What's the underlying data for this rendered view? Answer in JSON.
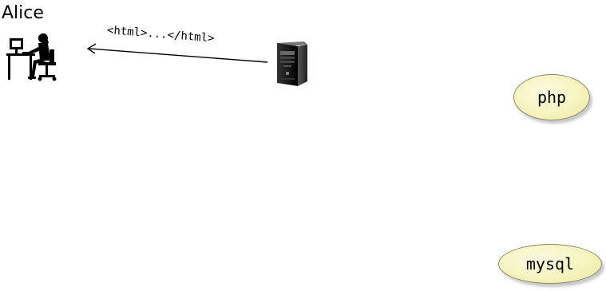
{
  "actor": {
    "name": "Alice",
    "icon": "person-at-desk-icon"
  },
  "server": {
    "icon": "server-tower-icon"
  },
  "message": {
    "label": "<html>...</html>",
    "direction": "server-to-actor"
  },
  "nodes": {
    "php": "php",
    "mysql": "mysql"
  },
  "colors": {
    "node_fill": "#f6f4bf",
    "node_border": "#8a8a6a",
    "ink": "#000000"
  }
}
